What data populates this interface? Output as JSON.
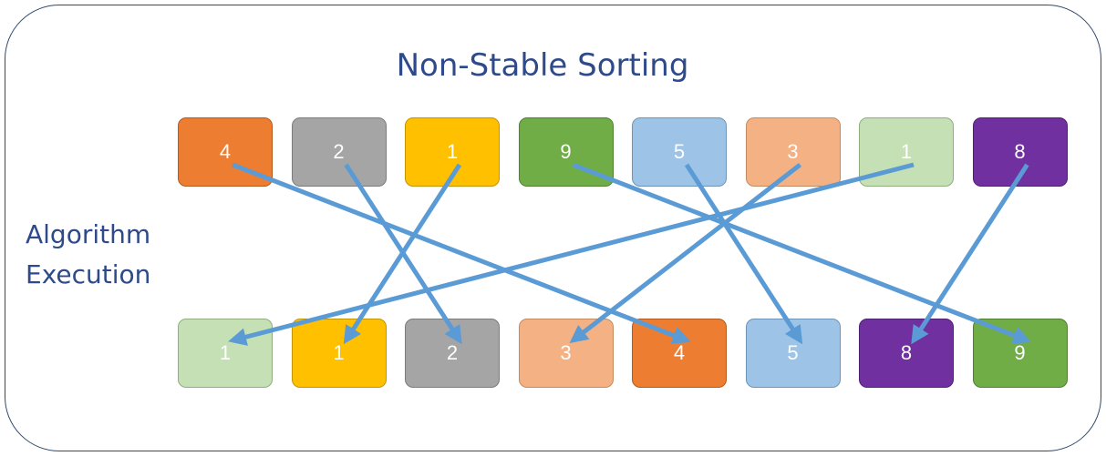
{
  "title": "Non-Stable Sorting",
  "side_label": [
    "Algorithm",
    "Execution"
  ],
  "arrow_color": "#5b9bd5",
  "input_row": [
    {
      "value": "4",
      "fill": "#ed7d31",
      "border": "#b5591f"
    },
    {
      "value": "2",
      "fill": "#a5a5a5",
      "border": "#7b7b7b"
    },
    {
      "value": "1",
      "fill": "#ffc000",
      "border": "#c49400"
    },
    {
      "value": "9",
      "fill": "#70ad47",
      "border": "#4f7f31"
    },
    {
      "value": "5",
      "fill": "#9dc3e6",
      "border": "#6d94b8"
    },
    {
      "value": "3",
      "fill": "#f4b183",
      "border": "#c48a5f"
    },
    {
      "value": "1",
      "fill": "#c5e0b4",
      "border": "#8fae7e"
    },
    {
      "value": "8",
      "fill": "#7030a0",
      "border": "#4e1f73"
    }
  ],
  "output_row": [
    {
      "value": "1",
      "fill": "#c5e0b4",
      "border": "#8fae7e"
    },
    {
      "value": "1",
      "fill": "#ffc000",
      "border": "#c49400"
    },
    {
      "value": "2",
      "fill": "#a5a5a5",
      "border": "#7b7b7b"
    },
    {
      "value": "3",
      "fill": "#f4b183",
      "border": "#c48a5f"
    },
    {
      "value": "4",
      "fill": "#ed7d31",
      "border": "#b5591f"
    },
    {
      "value": "5",
      "fill": "#9dc3e6",
      "border": "#6d94b8"
    },
    {
      "value": "8",
      "fill": "#7030a0",
      "border": "#4e1f73"
    },
    {
      "value": "9",
      "fill": "#70ad47",
      "border": "#4f7f31"
    }
  ],
  "mapping": [
    4,
    2,
    1,
    7,
    5,
    3,
    0,
    6
  ]
}
